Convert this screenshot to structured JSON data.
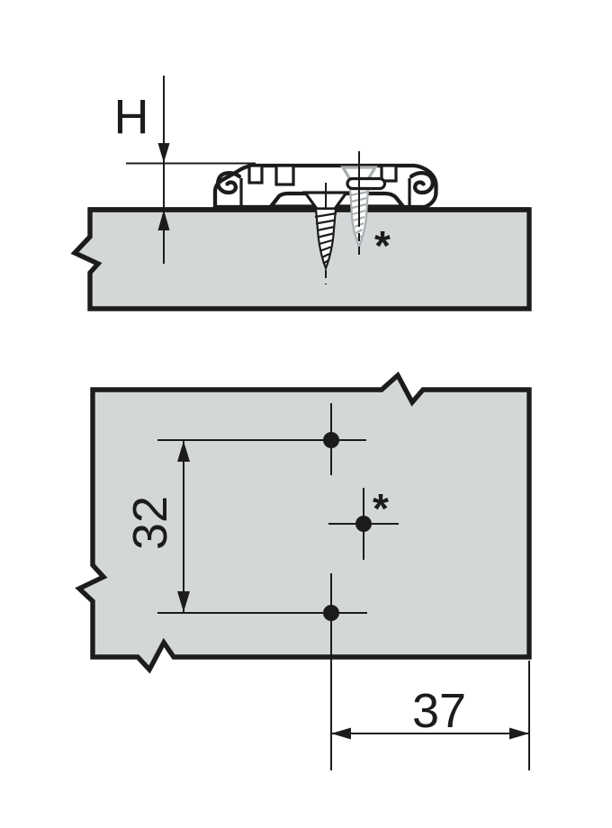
{
  "drawing": {
    "side_view": {
      "height_dimension": {
        "label": "H"
      },
      "pilot_note": "*"
    },
    "plan_view": {
      "hole_spacing_dimension": {
        "label": "32"
      },
      "edge_distance_dimension": {
        "label": "37"
      },
      "pilot_note": "*"
    },
    "colors": {
      "line": "#1c1c1c",
      "panel_fill": "#d4d7d8",
      "alt_screw": "#a9aeb0",
      "background": "#ffffff"
    }
  }
}
